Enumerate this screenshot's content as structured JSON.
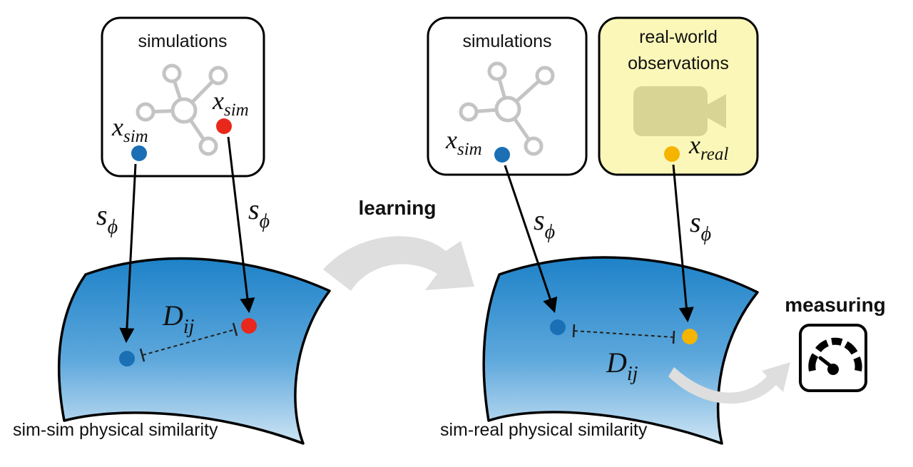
{
  "left_panel": {
    "box_title": "simulations",
    "point_blue_label": "x",
    "point_blue_sub": "sim",
    "point_red_label": "x",
    "point_red_sub": "sim",
    "arrow_left_label": "s",
    "arrow_left_sub": "ϕ",
    "arrow_right_label": "s",
    "arrow_right_sub": "ϕ",
    "distance_label": "D",
    "distance_sub": "ij",
    "caption": "sim-sim physical similarity"
  },
  "middle": {
    "learning_label": "learning"
  },
  "right_panel": {
    "sim_box_title": "simulations",
    "real_box_title_line1": "real-world",
    "real_box_title_line2": "observations",
    "point_sim_label": "x",
    "point_sim_sub": "sim",
    "point_real_label": "x",
    "point_real_sub": "real",
    "arrow_sim_label": "s",
    "arrow_sim_sub": "ϕ",
    "arrow_real_label": "s",
    "arrow_real_sub": "ϕ",
    "distance_label": "D",
    "distance_sub": "ij",
    "caption": "sim-real physical similarity",
    "measuring_label": "measuring"
  },
  "colors": {
    "blue_point": "#1a6fb5",
    "red_point": "#e8281c",
    "yellow_point": "#f4b400",
    "real_box_fill": "#fbf7b8",
    "graph_gray": "#c4c4c4",
    "flow_arrow_gray": "#dedede"
  },
  "icons": [
    "graph-network-icon",
    "video-camera-icon",
    "gauge-icon"
  ]
}
